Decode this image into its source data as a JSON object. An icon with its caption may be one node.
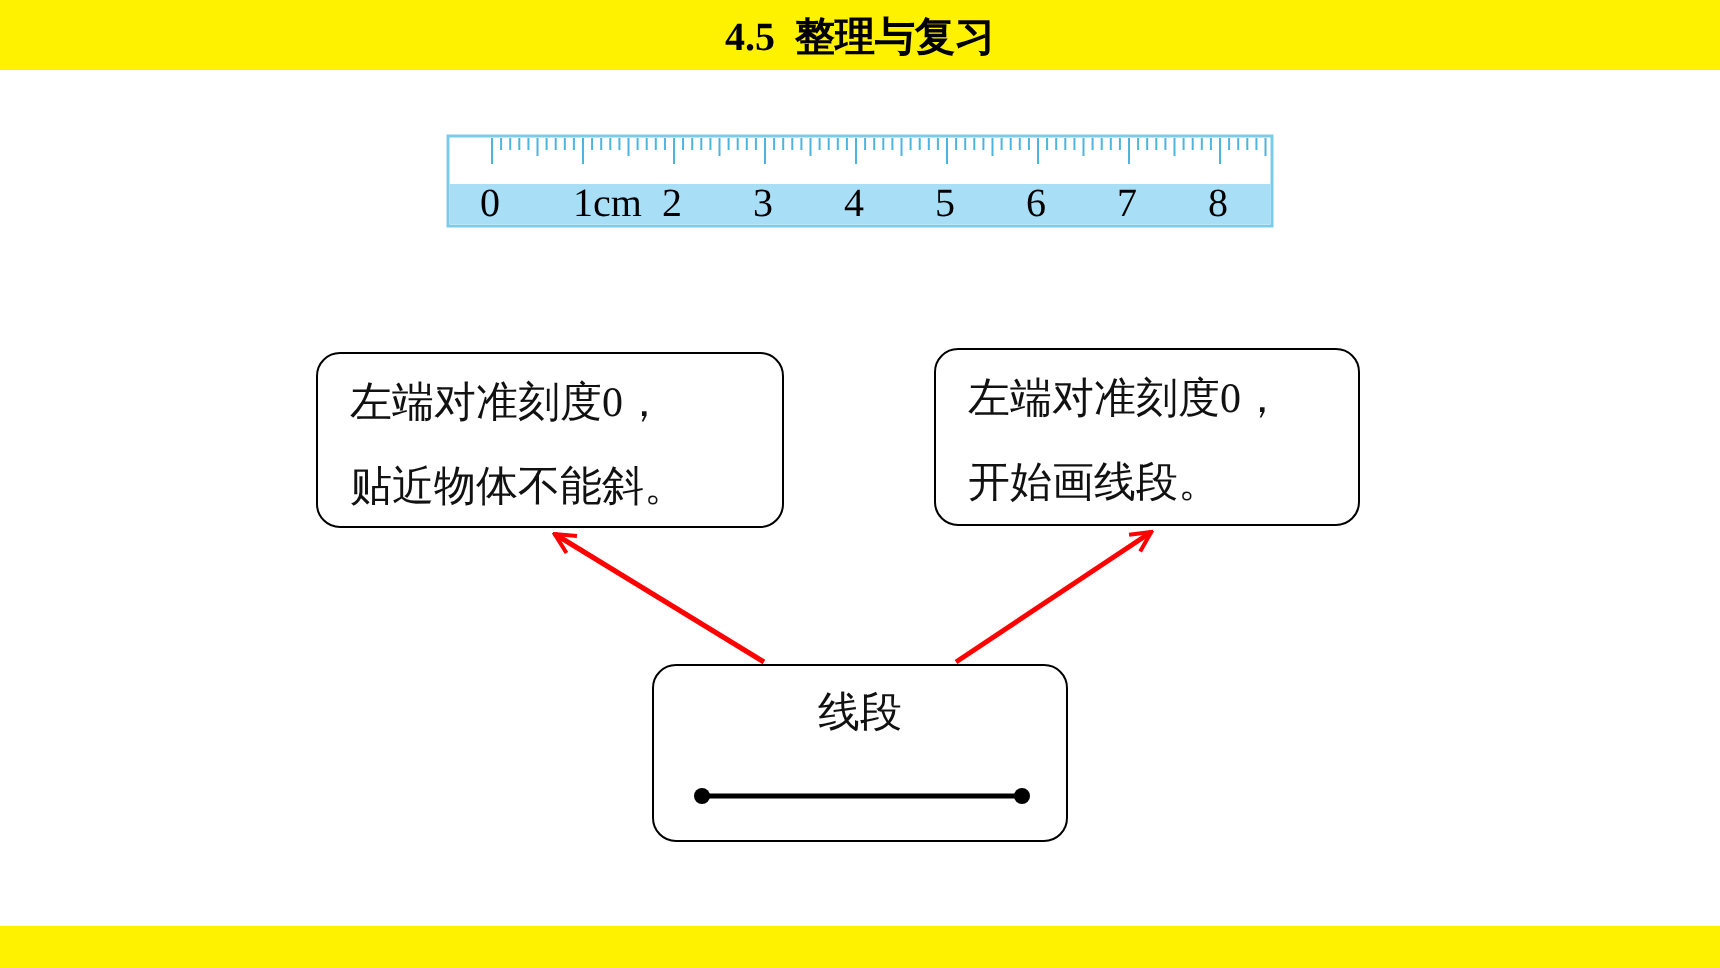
{
  "diagram": {
    "title": "4.5  整理与复习",
    "nodes": [
      {
        "text": [
          "左端对准刻度0，贴近物体不能斜。"
        ]
      },
      {
        "text": [
          "左端对准刻度0，开始画线段。"
        ]
      },
      {
        "text": [
          "线段"
        ]
      }
    ],
    "edges": [
      {
        "from": 2,
        "to": 0,
        "arrow": "to",
        "color": "#ff0000"
      },
      {
        "from": 2,
        "to": 1,
        "arrow": "to",
        "color": "#ff0000"
      }
    ],
    "labels": [
      "0",
      "1cm",
      "2",
      "3",
      "4",
      "5",
      "6",
      "7",
      "8"
    ]
  }
}
